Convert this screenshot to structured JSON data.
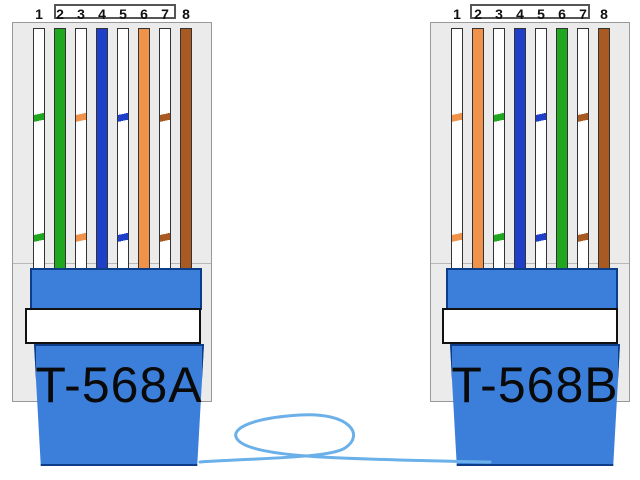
{
  "colors": {
    "background": "#ffffff",
    "housing": "#ebebeb",
    "boot": "#3b7fdb",
    "cable": "#6bb0e8",
    "white": "#ffffff",
    "green": "#1fa71f",
    "orange": "#f0924a",
    "blue": "#1f3fc8",
    "brown": "#a85a22"
  },
  "connectors": [
    {
      "label": "T-568A",
      "pins": [
        {
          "number": "1",
          "wire": "white-green"
        },
        {
          "number": "2",
          "wire": "green"
        },
        {
          "number": "3",
          "wire": "white-orange"
        },
        {
          "number": "4",
          "wire": "blue"
        },
        {
          "number": "5",
          "wire": "white-blue"
        },
        {
          "number": "6",
          "wire": "orange"
        },
        {
          "number": "7",
          "wire": "white-brown"
        },
        {
          "number": "8",
          "wire": "brown"
        }
      ]
    },
    {
      "label": "T-568B",
      "pins": [
        {
          "number": "1",
          "wire": "white-orange"
        },
        {
          "number": "2",
          "wire": "orange"
        },
        {
          "number": "3",
          "wire": "white-green"
        },
        {
          "number": "4",
          "wire": "blue"
        },
        {
          "number": "5",
          "wire": "white-blue"
        },
        {
          "number": "6",
          "wire": "green"
        },
        {
          "number": "7",
          "wire": "white-brown"
        },
        {
          "number": "8",
          "wire": "brown"
        }
      ]
    }
  ]
}
